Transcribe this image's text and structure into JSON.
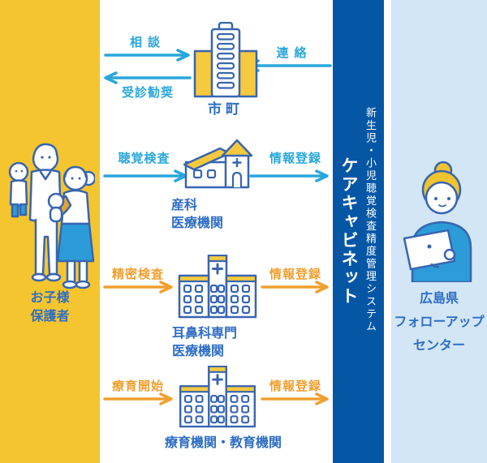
{
  "palette": {
    "column_yellow": "#F5C52F",
    "roof_yellow": "#F6C93E",
    "care_cabinet_blue": "#0557A6",
    "followup_light_blue": "#D2E6F6",
    "flow_cyan": "#29A7DC",
    "flow_orange": "#F0A030",
    "label_blue": "#2F6EC4",
    "outline_blue": "#3865B0",
    "clothing_blue": "#2B9CD8",
    "cardigan_mustard": "#E2A42F"
  },
  "left_column": {
    "illustration": "family-parents-children",
    "lines": [
      "お子様",
      "保護者"
    ]
  },
  "care_cabinet": {
    "title": "ケアキャビネット",
    "subtitle": "新生児・小児聴覚検査精度管理システム"
  },
  "right_column": {
    "illustration": "woman-with-laptop",
    "lines": [
      "広島県",
      "フォローアップ",
      "センター"
    ]
  },
  "flow": {
    "row1": {
      "building": "市町",
      "building_icon": "city-hall-tower",
      "arrow_consult": "相談",
      "arrow_recommend": "受診勧奨",
      "arrow_contact": "連絡"
    },
    "row2": {
      "building_lines": [
        "産科",
        "医療機関"
      ],
      "building_icon": "clinic-house",
      "arrow_test": "聴覚検査",
      "arrow_register": "情報登録"
    },
    "row3": {
      "building_lines": [
        "耳鼻科専門",
        "医療機関"
      ],
      "building_icon": "hospital",
      "arrow_exam": "精密検査",
      "arrow_register": "情報登録"
    },
    "row4": {
      "building": "療育機関・教育機関",
      "building_icon": "hospital",
      "arrow_start": "療育開始",
      "arrow_register": "情報登録"
    }
  }
}
